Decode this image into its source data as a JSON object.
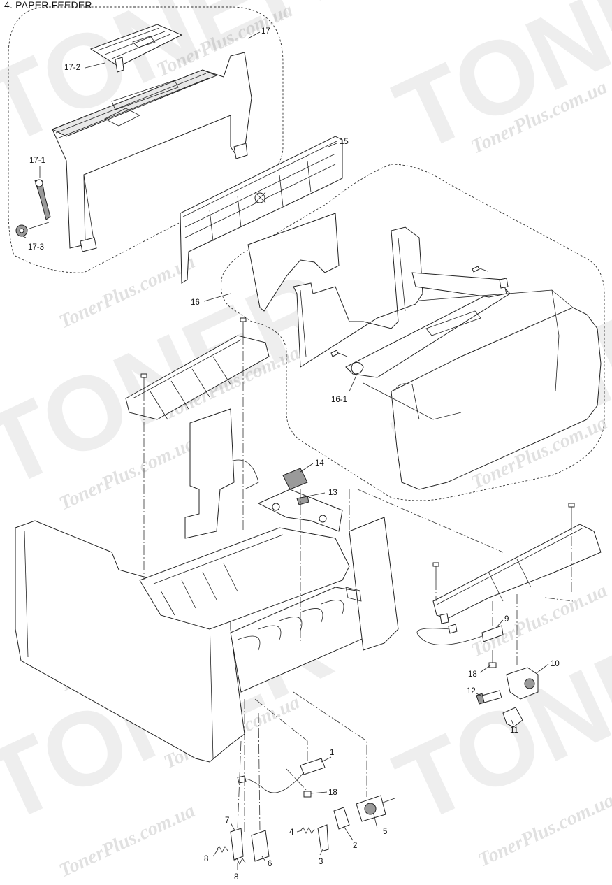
{
  "title": "4. PAPER FEEDER",
  "watermark": {
    "small": "TonerPlus.com.ua",
    "big": "TONER"
  },
  "callouts": [
    {
      "id": "17",
      "text": "17"
    },
    {
      "id": "17-2",
      "text": "17-2"
    },
    {
      "id": "17-1",
      "text": "17-1"
    },
    {
      "id": "17-3",
      "text": "17-3"
    },
    {
      "id": "15",
      "text": "15"
    },
    {
      "id": "16",
      "text": "16"
    },
    {
      "id": "16-1",
      "text": "16-1"
    },
    {
      "id": "14",
      "text": "14"
    },
    {
      "id": "13",
      "text": "13"
    },
    {
      "id": "9",
      "text": "9"
    },
    {
      "id": "10",
      "text": "10"
    },
    {
      "id": "18a",
      "text": "18"
    },
    {
      "id": "12",
      "text": "12"
    },
    {
      "id": "11",
      "text": "11"
    },
    {
      "id": "1",
      "text": "1"
    },
    {
      "id": "18b",
      "text": "18"
    },
    {
      "id": "7",
      "text": "7"
    },
    {
      "id": "4",
      "text": "4"
    },
    {
      "id": "5",
      "text": "5"
    },
    {
      "id": "2",
      "text": "2"
    },
    {
      "id": "8a",
      "text": "8"
    },
    {
      "id": "6",
      "text": "6"
    },
    {
      "id": "3",
      "text": "3"
    },
    {
      "id": "8b",
      "text": "8"
    }
  ]
}
